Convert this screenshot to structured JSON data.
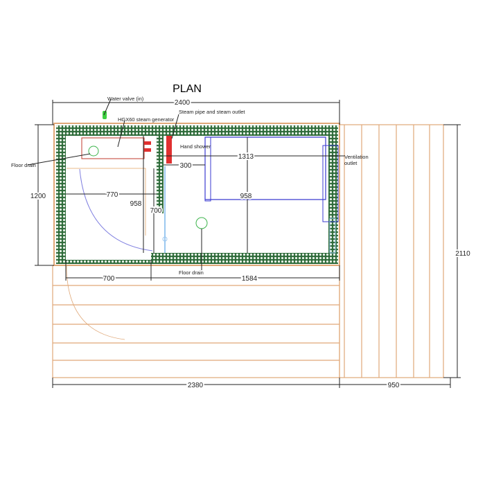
{
  "title": "PLAN",
  "labels": {
    "water_valve": "Water valve (in)",
    "steam_generator": "HGX60 steam generator",
    "steam_pipe": "Steam pipe and steam outlet",
    "hand_shower": "Hand shower",
    "floor_drain_left": "Floor drain",
    "floor_drain_center": "Floor drain",
    "ventilation_line1": "Ventilation",
    "ventilation_line2": "outlet"
  },
  "dimensions": {
    "overall_width": "2400",
    "overall_depth": "1200",
    "total_depth": "2110",
    "deck_width": "2380",
    "side_deck_width": "950",
    "shower_width": "700",
    "sauna_width": "1584",
    "shower_inner_width": "770",
    "shower_depth": "958",
    "door_width": "700",
    "partition_offset": "300",
    "bench_length": "1313",
    "bench_depth": "958"
  },
  "colors": {
    "wood": "#e0a878",
    "insulation": "#2e6b3a",
    "bench": "#3a3ad0",
    "drain": "#3cb44b",
    "generator": "#c0392b"
  }
}
